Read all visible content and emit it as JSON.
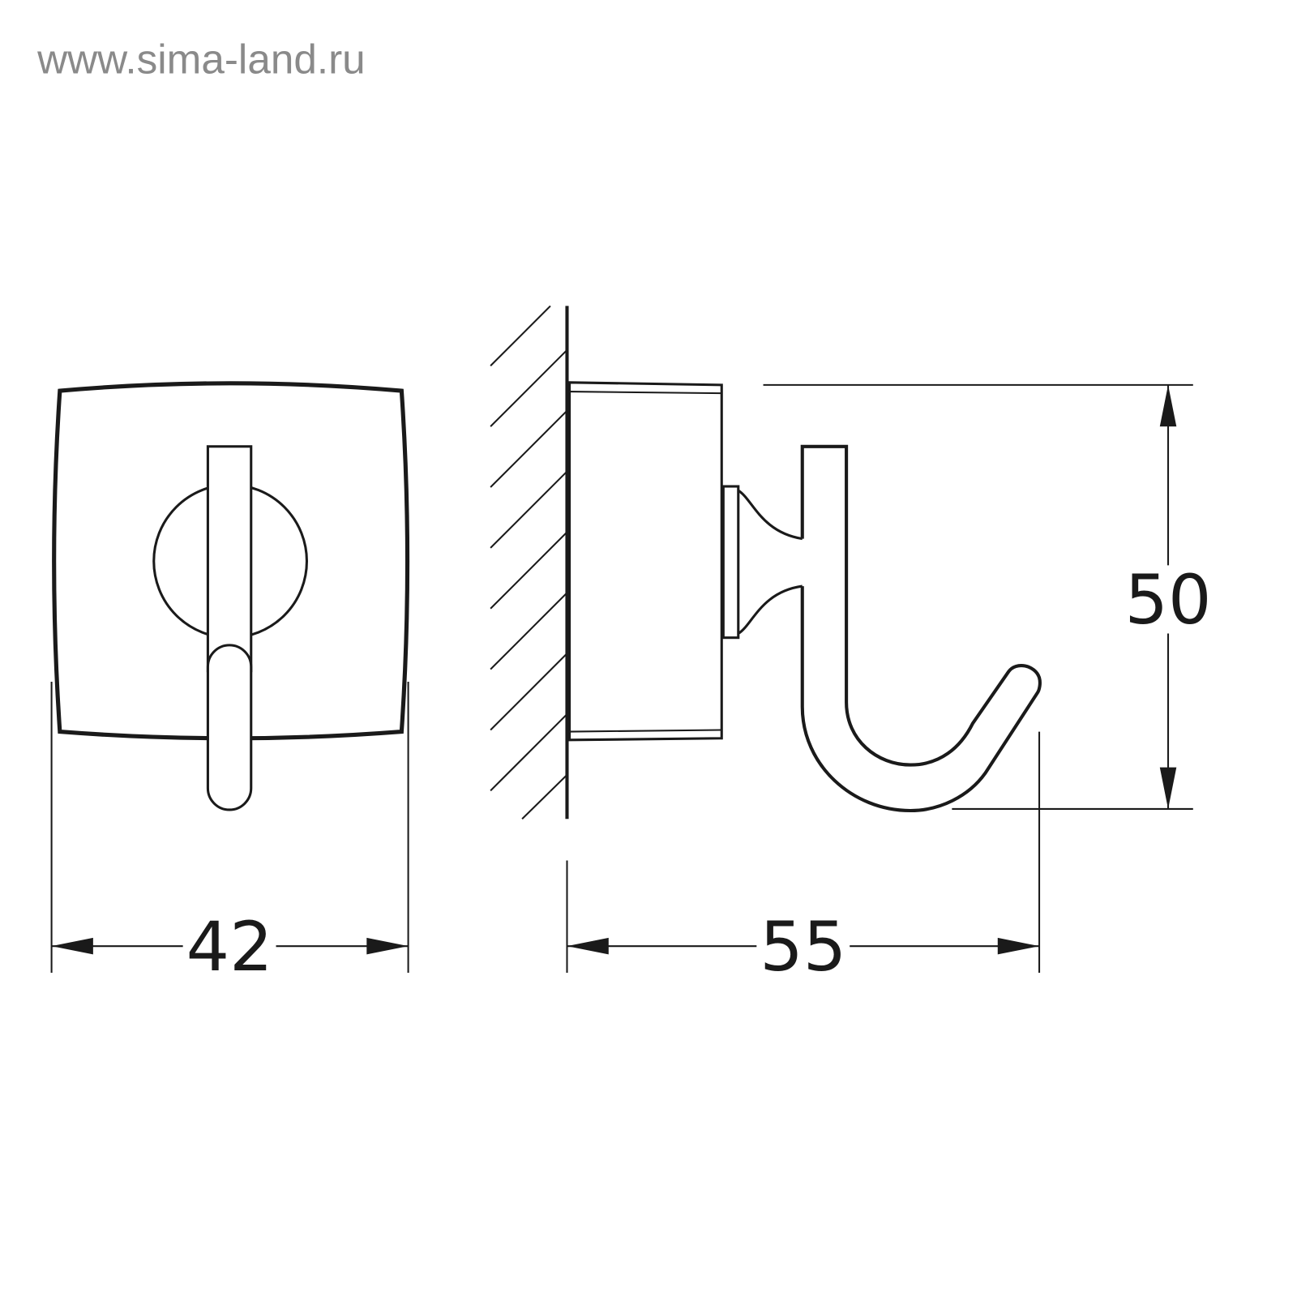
{
  "watermark": "www.sima-land.ru",
  "dimensions": {
    "width_label": "42",
    "depth_label": "55",
    "height_label": "50"
  }
}
